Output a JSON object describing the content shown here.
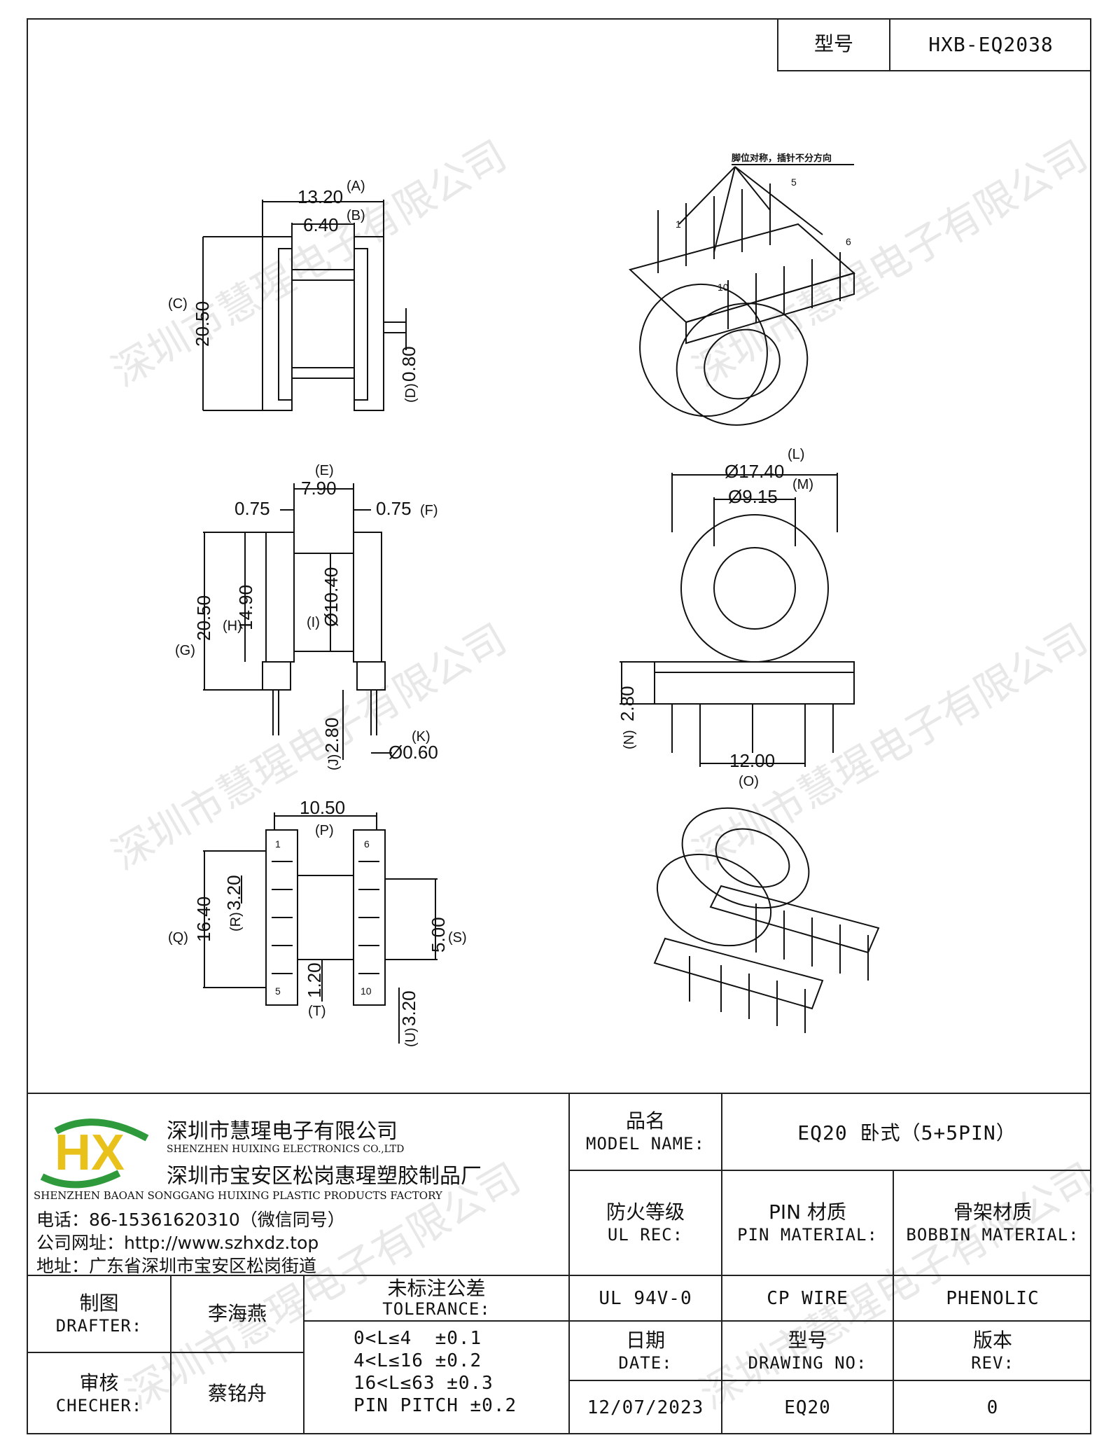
{
  "header": {
    "model_label": "型号",
    "model_value": "HXB-EQ2038"
  },
  "drawing": {
    "top_view": {
      "a": "13.20",
      "a_tag": "(A)",
      "b": "6.40",
      "b_tag": "(B)",
      "c": "20.50",
      "c_tag": "(C)",
      "d": "0.80",
      "d_tag": "(D)"
    },
    "front_view": {
      "e": "7.90",
      "e_tag": "(E)",
      "f_left": "0.75",
      "f_right": "0.75",
      "f_tag": "(F)",
      "g": "20.50",
      "g_tag": "(G)",
      "h": "14.90",
      "h_tag": "(H)",
      "i": "Ø10.40",
      "i_tag": "(I)",
      "j": "2.80",
      "j_tag": "(J)",
      "k": "Ø0.60",
      "k_tag": "(K)"
    },
    "side_view": {
      "l": "Ø17.40",
      "l_tag": "(L)",
      "m": "Ø9.15",
      "m_tag": "(M)",
      "n": "2.80",
      "n_tag": "(N)",
      "o": "12.00",
      "o_tag": "(O)"
    },
    "bottom_view": {
      "p": "10.50",
      "p_tag": "(P)",
      "q": "16.40",
      "q_tag": "(Q)",
      "r": "3.20",
      "r_tag": "(R)",
      "s": "5.00",
      "s_tag": "(S)",
      "t": "1.20",
      "t_tag": "(T)",
      "u": "3.20",
      "u_tag": "(U)",
      "pin_1": "1",
      "pin_5": "5",
      "pin_6": "6",
      "pin_10": "10"
    },
    "iso_note": "脚位对称，插针不分方向",
    "iso_pins": {
      "p1": "1",
      "p5": "5",
      "p6": "6",
      "p10": "10"
    }
  },
  "company": {
    "name_cn": "深圳市慧瑆电子有限公司",
    "name_en": "SHENZHEN HUIXING ELECTRONICS CO.,LTD",
    "factory_cn": "深圳市宝安区松岗惠瑆塑胶制品厂",
    "factory_en": "SHENZHEN BAOAN SONGGANG HUIXING PLASTIC PRODUCTS FACTORY",
    "phone": "电话：86-15361620310（微信同号）",
    "website": "公司网址：http://www.szhxdz.top",
    "address": "地址：广东省深圳市宝安区松岗街道",
    "logo_text": "HX",
    "logo_green": "#2e9a3c",
    "logo_yellow": "#e8c21a"
  },
  "title_block": {
    "model_name_cn": "品名",
    "model_name_en": "MODEL NAME:",
    "model_name_value": "EQ20 卧式（5+5PIN）",
    "ul_cn": "防火等级",
    "ul_en": "UL REC:",
    "pin_cn": "PIN 材质",
    "pin_en": "PIN MATERIAL:",
    "bobbin_cn": "骨架材质",
    "bobbin_en": "BOBBIN MATERIAL:",
    "ul_value": "UL 94V-0",
    "pin_value": "CP WIRE",
    "bobbin_value": "PHENOLIC",
    "drafter_cn": "制图",
    "drafter_en": "DRAFTER:",
    "drafter_value": "李海燕",
    "checker_cn": "审核",
    "checker_en": "CHECHER:",
    "checker_value": "蔡铭舟",
    "tolerance_cn": "未标注公差",
    "tolerance_en": "TOLERANCE:",
    "tolerances": [
      "0<L≤4  ±0.1",
      "4<L≤16 ±0.2",
      "16<L≤63 ±0.3",
      "PIN PITCH ±0.2"
    ],
    "date_cn": "日期",
    "date_en": "DATE:",
    "date_value": "12/07/2023",
    "drawing_no_cn": "型号",
    "drawing_no_en": "DRAWING NO:",
    "drawing_no_value": "EQ20",
    "rev_cn": "版本",
    "rev_en": "REV:",
    "rev_value": "0"
  },
  "watermark": "深圳市慧瑆电子有限公司"
}
